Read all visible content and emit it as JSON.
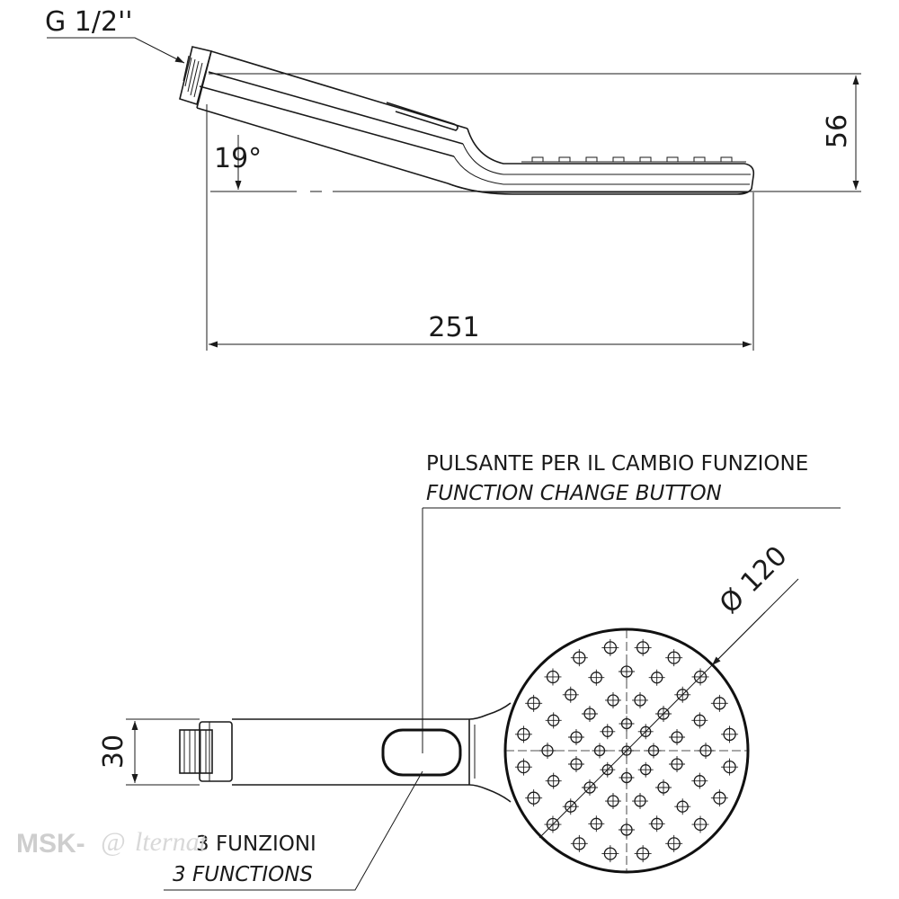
{
  "side_view": {
    "thread_label": "G 1/2''",
    "angle_label": "19°",
    "height_label": "56",
    "length_label": "251"
  },
  "front_view": {
    "button_note_it": "PULSANTE PER IL CAMBIO FUNZIONE",
    "button_note_en": "FUNCTION CHANGE BUTTON",
    "diameter_label": "Ø 120",
    "width_label": "30",
    "functions_it": "3 FUNZIONI",
    "functions_en": "3 FUNCTIONS"
  },
  "watermark": {
    "prefix": "MSK-",
    "at": "@",
    "suffix": "lternat"
  }
}
